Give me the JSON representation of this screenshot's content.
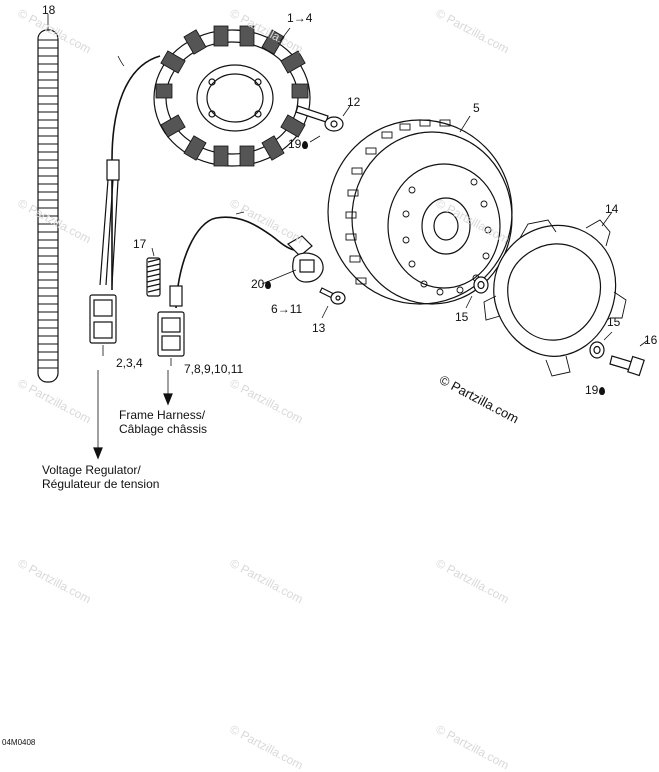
{
  "callouts": {
    "c18": "18",
    "c1to4_a": "1",
    "c1to4_arrow": "→",
    "c1to4_b": "4",
    "c12": "12",
    "c19a": "19",
    "c5": "5",
    "c14": "14",
    "c17": "17",
    "c20": "20",
    "c6to11_a": "6",
    "c6to11_arrow": "→",
    "c6to11_b": "11",
    "c13": "13",
    "c15a": "15",
    "c15b": "15",
    "c16": "16",
    "c19b": "19",
    "c234": "2,3,4",
    "c7to11": "7,8,9,10,11"
  },
  "notes": {
    "frame_harness_en": "Frame Harness/",
    "frame_harness_fr": "Câblage châssis",
    "voltage_reg_en": "Voltage Regulator/",
    "voltage_reg_fr": "Régulateur de tension"
  },
  "copyright": "© Partzilla.com",
  "watermark": "© Partzilla.com",
  "drawing_code": "04M0408"
}
